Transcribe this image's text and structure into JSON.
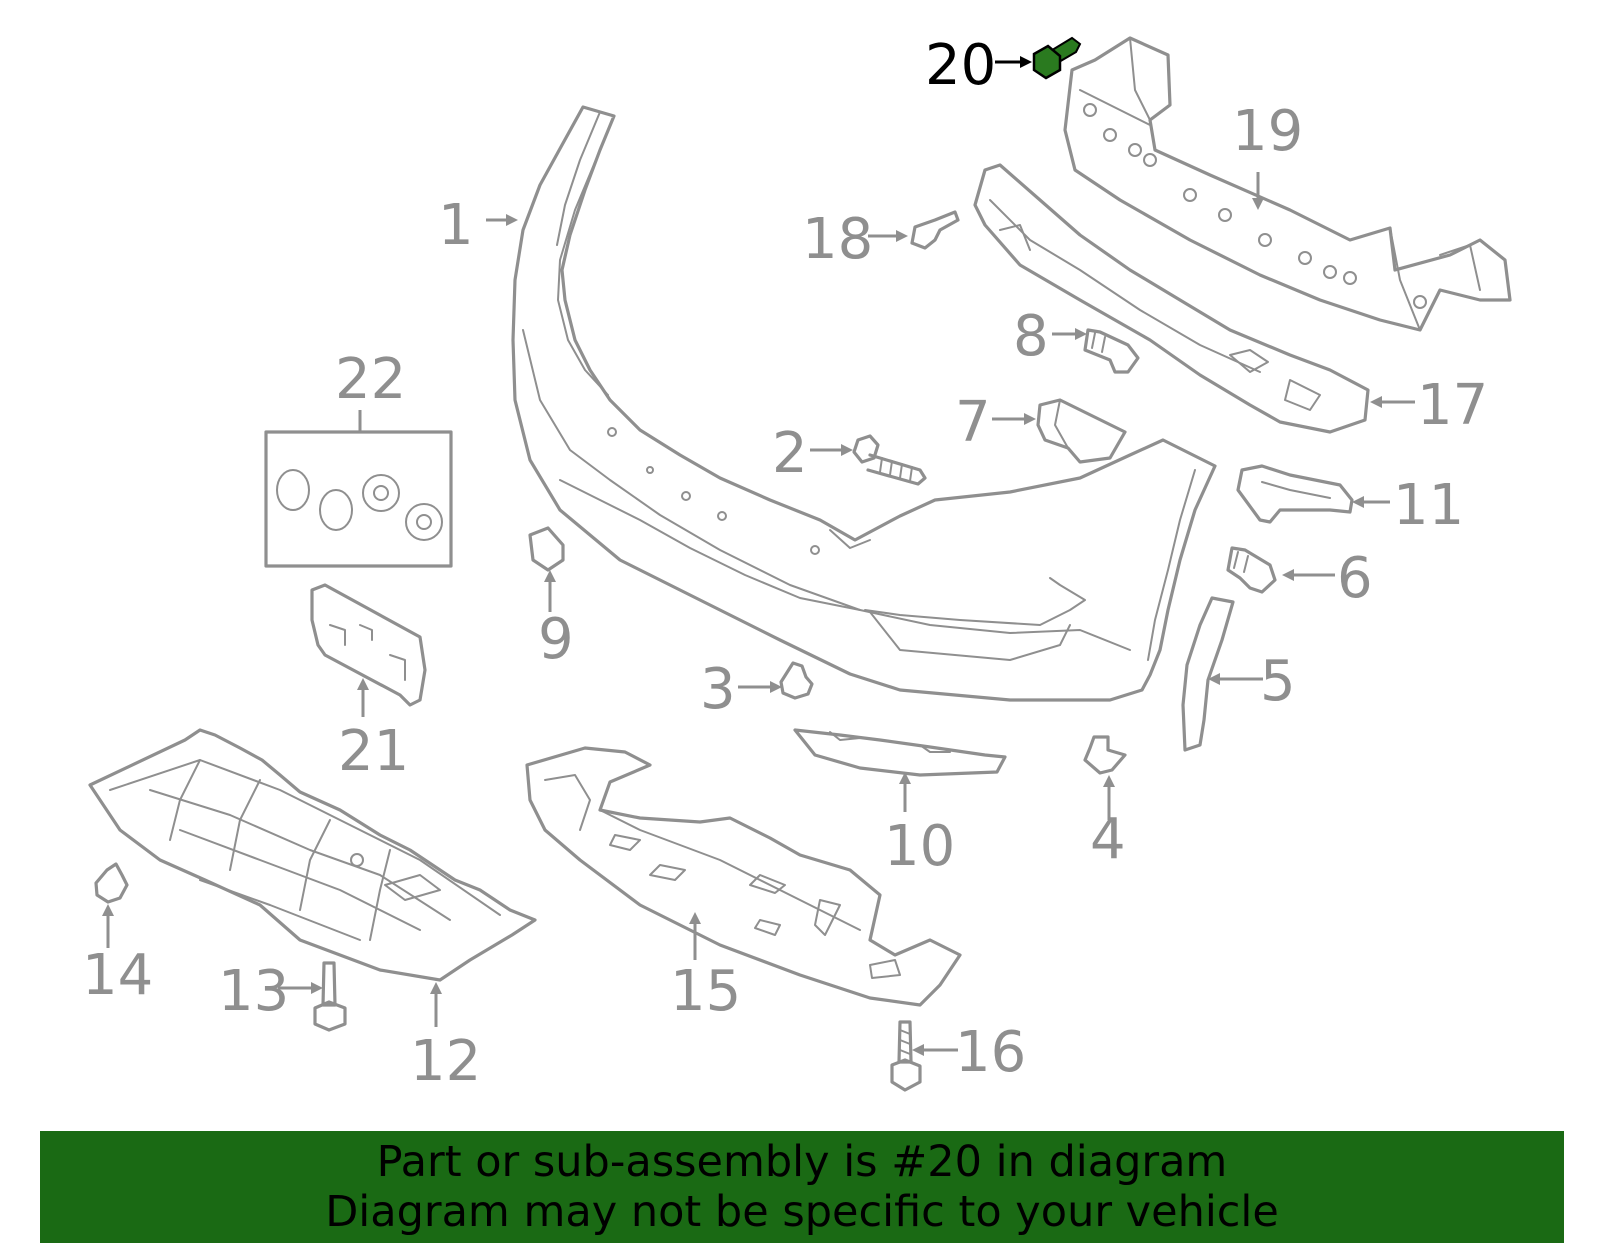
{
  "diagram": {
    "highlight_part": "20",
    "colors": {
      "part_stroke": "#8f8f8f",
      "highlight": "#2a7a1f",
      "banner_bg": "#1a6a14",
      "banner_text": "#000000"
    },
    "callouts": [
      "1",
      "2",
      "3",
      "4",
      "5",
      "6",
      "7",
      "8",
      "9",
      "10",
      "11",
      "12",
      "13",
      "14",
      "15",
      "16",
      "17",
      "18",
      "19",
      "20",
      "21",
      "22"
    ]
  },
  "banner": {
    "line1": "Part or sub-assembly is #20 in diagram",
    "line2": "Diagram may not be specific to your vehicle"
  }
}
